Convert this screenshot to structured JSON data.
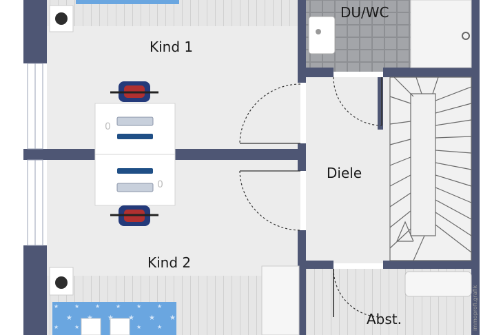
{
  "rooms": {
    "kind1": "Kind 1",
    "kind2": "Kind 2",
    "duwc": "DU/WC",
    "diele": "Diele",
    "abst": "Abst."
  },
  "desk_labels": {
    "top": "0",
    "bottom": "0"
  },
  "watermark": "immoprofi.grafik",
  "colors": {
    "wall": "#4e5674",
    "floor": "#ececec",
    "tile": "#9ea0a4",
    "wood": "#e4e4e4",
    "bed": "#6aa6e0"
  }
}
